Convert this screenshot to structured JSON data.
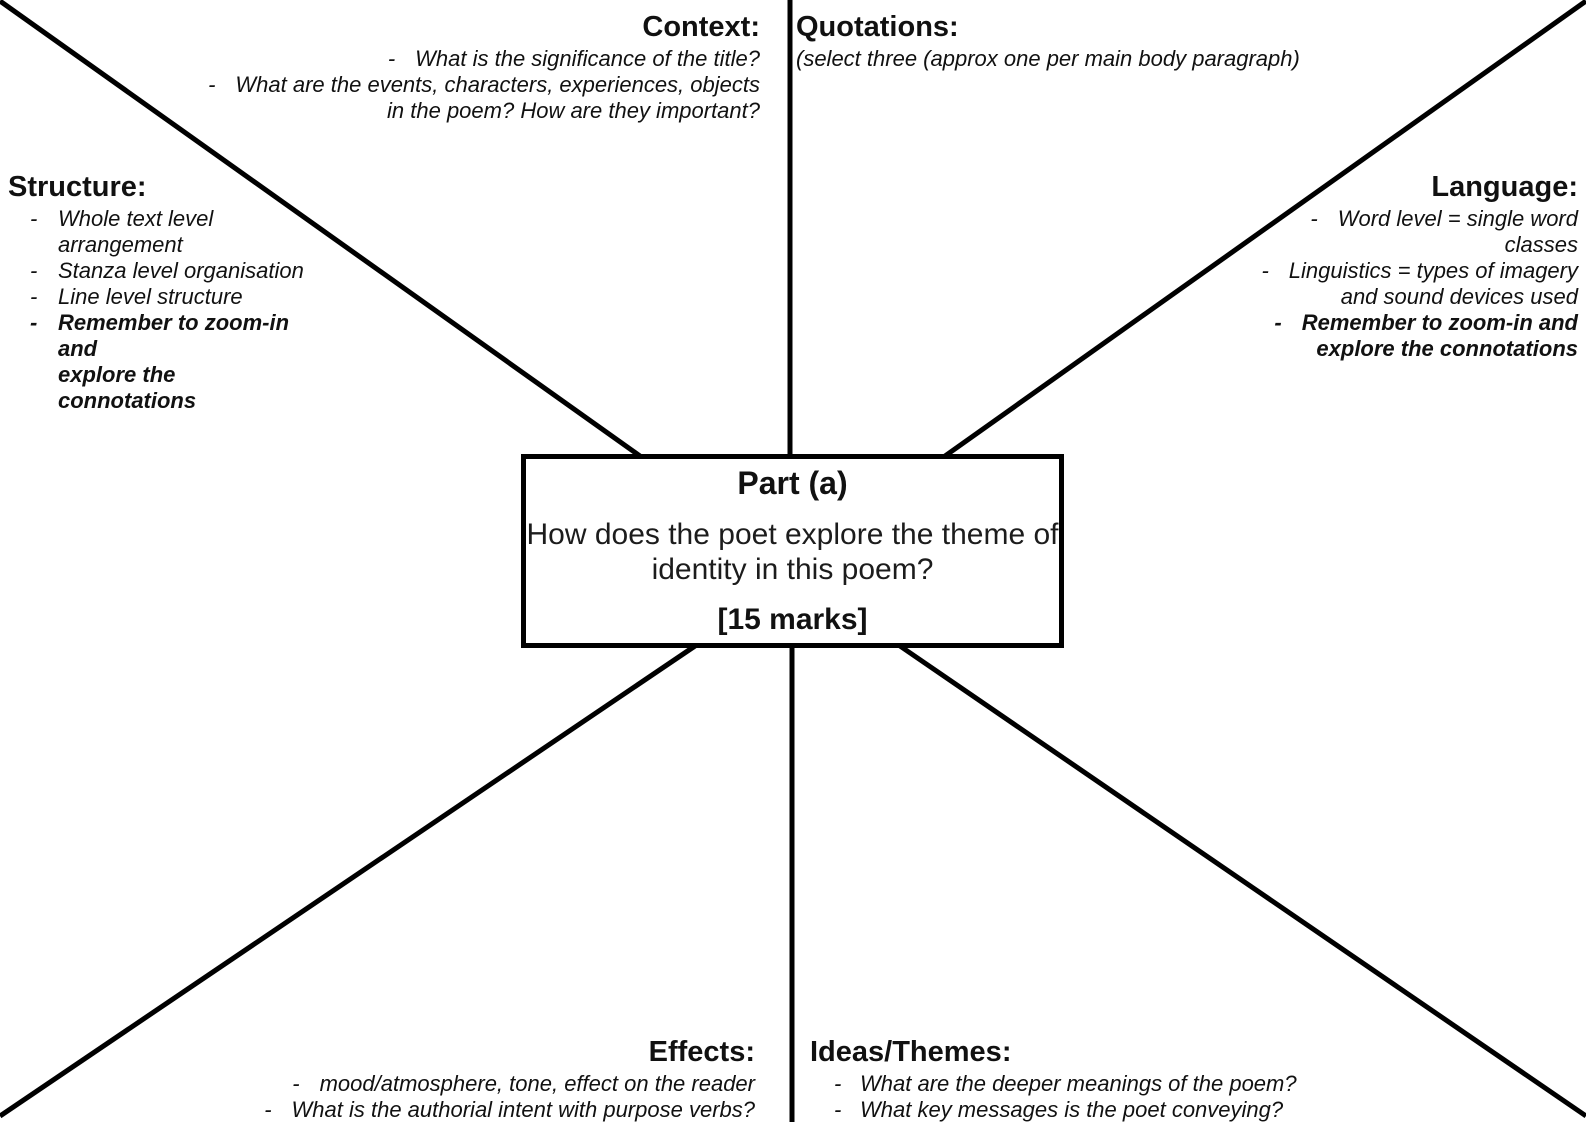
{
  "bullet_marker": "-",
  "colors": {
    "line": "#000000",
    "text": "#111111",
    "background": "#ffffff"
  },
  "center_box": {
    "title": "Part (a)",
    "question": "How does the poet explore the theme of\nidentity in this poem?",
    "marks": "[15 marks]"
  },
  "sections": {
    "context": {
      "heading": "Context:",
      "items": [
        "What is the significance of the title?",
        "What are the events, characters, experiences, objects\nin the poem? How are they important?"
      ]
    },
    "quotations": {
      "heading": "Quotations:",
      "note": "(select three (approx one per main body paragraph)"
    },
    "structure": {
      "heading": "Structure:",
      "items": [
        "Whole text level\narrangement",
        "Stanza level organisation",
        "Line level structure"
      ],
      "emphasis_item": "Remember to zoom-in and\nexplore the connotations"
    },
    "language": {
      "heading": "Language:",
      "items": [
        "Word level = single word\nclasses",
        "Linguistics = types of imagery\nand sound devices used"
      ],
      "emphasis_item": "Remember to zoom-in and\nexplore the connotations"
    },
    "effects": {
      "heading": "Effects:",
      "items": [
        "mood/atmosphere, tone, effect on the reader",
        "What is the authorial intent with purpose verbs?"
      ]
    },
    "ideas_themes": {
      "heading": "Ideas/Themes:",
      "items": [
        "What are the deeper meanings of the poem?",
        "What key messages is the poet conveying?"
      ]
    }
  }
}
